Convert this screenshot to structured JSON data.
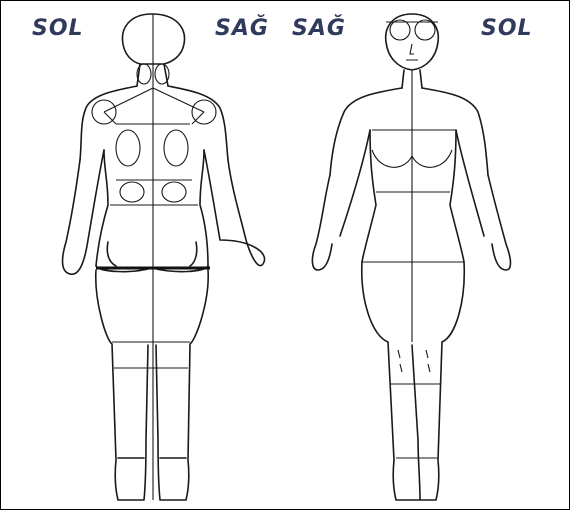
{
  "labels": {
    "back_left": "SOL",
    "back_right": "SAĞ",
    "front_right": "SAĞ",
    "front_left": "SOL"
  }
}
